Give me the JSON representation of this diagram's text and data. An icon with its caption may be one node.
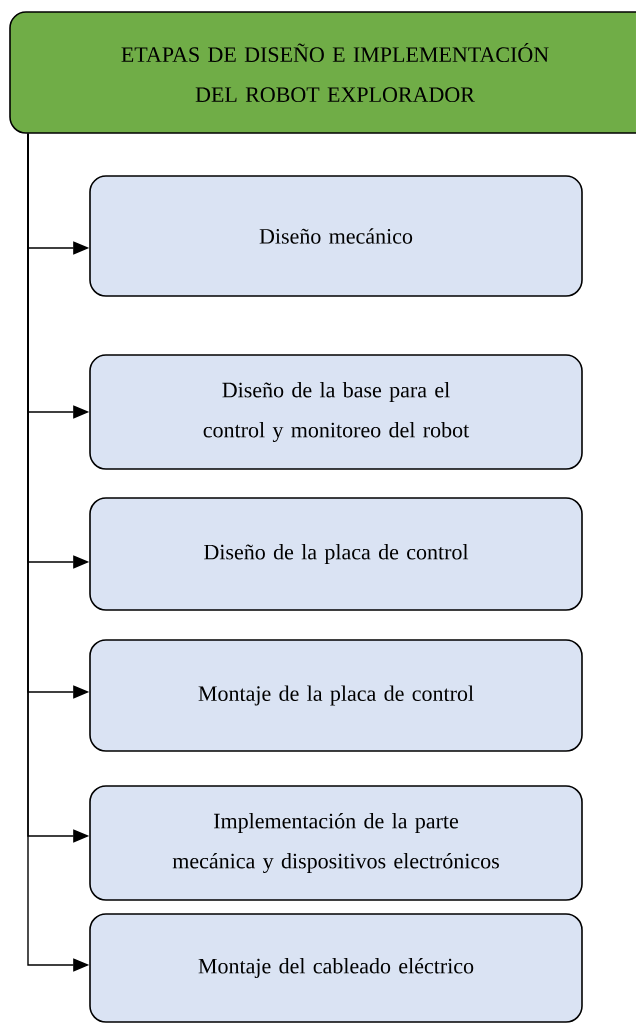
{
  "diagram": {
    "nodes": [
      {
        "text": [
          "ETAPAS DE DISEÑO E IMPLEMENTACIÓN DEL ROBOT EXPLORADOR"
        ]
      },
      {
        "text": [
          "Diseño mecánico"
        ]
      },
      {
        "text": [
          "Diseño de la base para el control y monitoreo del robot"
        ]
      },
      {
        "text": [
          "Diseño de la placa de control"
        ]
      },
      {
        "text": [
          "Montaje de la placa de control"
        ]
      },
      {
        "text": [
          "Implementación de la parte mecánica y dispositivos electrónicos"
        ]
      },
      {
        "text": [
          "Montaje del cableado eléctrico"
        ]
      }
    ],
    "edges": [
      {
        "from": 0,
        "to": 1,
        "arrow": "to"
      },
      {
        "from": 0,
        "to": 2,
        "arrow": "to"
      },
      {
        "from": 0,
        "to": 3,
        "arrow": "to"
      },
      {
        "from": 0,
        "to": 4,
        "arrow": "to"
      },
      {
        "from": 0,
        "to": 5,
        "arrow": "to"
      },
      {
        "from": 0,
        "to": 6,
        "arrow": "to"
      }
    ]
  }
}
